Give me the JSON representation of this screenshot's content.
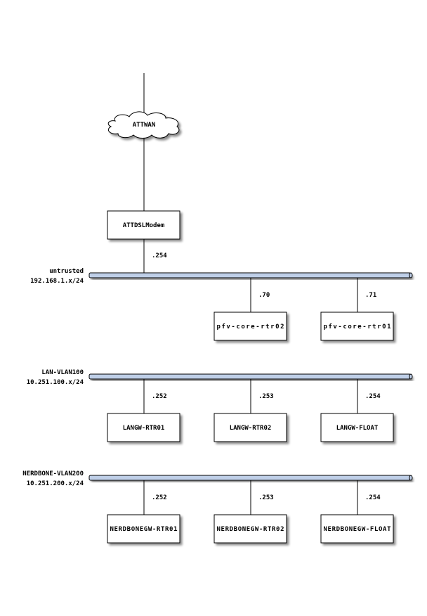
{
  "diagram": {
    "type": "network-diagram",
    "colors": {
      "network_bar_fill": "#bfcfe8",
      "line": "#000000",
      "node_fill": "#ffffff",
      "shadow": "#888888"
    },
    "internet": {
      "label": "ATTWAN",
      "shape": "cloud"
    },
    "modem": {
      "label": "ATTDSLModem",
      "address": ".254"
    },
    "networks": [
      {
        "name": "untrusted",
        "subnet": "192.168.1.x/24",
        "nodes": [
          {
            "label": "pfv-core-rtr02",
            "address": ".70"
          },
          {
            "label": "pfv-core-rtr01",
            "address": ".71"
          }
        ]
      },
      {
        "name": "LAN-VLAN100",
        "subnet": "10.251.100.x/24",
        "nodes": [
          {
            "label": "LANGW-RTR01",
            "address": ".252"
          },
          {
            "label": "LANGW-RTR02",
            "address": ".253"
          },
          {
            "label": "LANGW-FLOAT",
            "address": ".254"
          }
        ]
      },
      {
        "name": "NERDBONE-VLAN200",
        "subnet": "10.251.200.x/24",
        "nodes": [
          {
            "label": "NERDBONEGW-RTR01",
            "address": ".252"
          },
          {
            "label": "NERDBONEGW-RTR02",
            "address": ".253"
          },
          {
            "label": "NERDBONEGW-FLOAT",
            "address": ".254"
          }
        ]
      }
    ]
  }
}
